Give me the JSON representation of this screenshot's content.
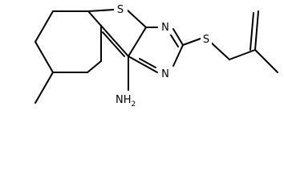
{
  "diagram": {
    "type": "chemical-structure",
    "atoms": {
      "s_ring": "S",
      "n_top": "N",
      "n_bottom": "N",
      "s_thioether": "S",
      "amine": "NH"
    },
    "amine_subscript": "2",
    "colors": {
      "bond": "#000000",
      "label": "#000000",
      "background": "#ffffff"
    }
  }
}
